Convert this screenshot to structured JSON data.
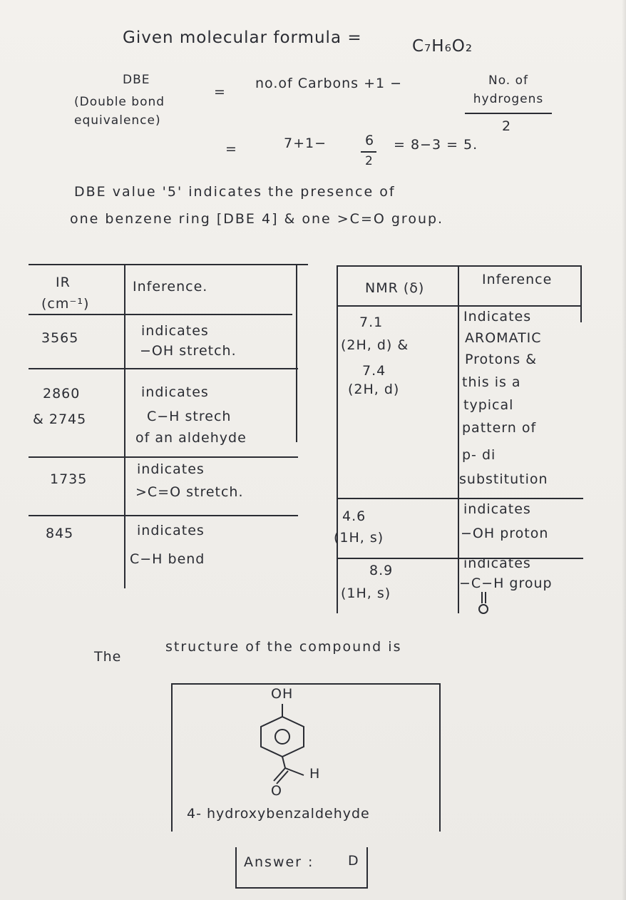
{
  "intro": {
    "given_label": "Given molecular formula =",
    "formula": "C₇H₆O₂"
  },
  "dbe": {
    "label": "DBE",
    "full_name": "(Double bond equivalence)",
    "equals1": "=",
    "expression_left": "no.of Carbons +1 −",
    "fraction_numerator": "No. of hydrogens",
    "fraction_denominator": "2",
    "equals2": "=",
    "calc_left": "7+1−",
    "calc_num": "6",
    "calc_den": "2",
    "calc_right": "= 8−3 = 5."
  },
  "dbe_note": {
    "line1": "DBE value '5' indicates the presence of",
    "line2": "one benzene ring [DBE 4] & one >C=O group."
  },
  "ir_table": {
    "header_col1_line1": "IR",
    "header_col1_line2": "(cm⁻¹)",
    "header_col2": "Inference.",
    "rows": [
      {
        "value": "3565",
        "inference": [
          "indicates",
          "−OH stretch."
        ]
      },
      {
        "value": "2860\n& 2745",
        "value_line1": "2860",
        "value_line2": "& 2745",
        "inference": [
          "indicates",
          "C−H strech",
          "of an aldehyde"
        ]
      },
      {
        "value": "1735",
        "inference": [
          "indicates",
          ">C=O stretch."
        ]
      },
      {
        "value": "845",
        "inference": [
          "indicates",
          "C−H bend"
        ]
      }
    ]
  },
  "nmr_table": {
    "header_col1": "NMR (δ)",
    "header_col2": "Inference",
    "rows": [
      {
        "shift_lines": [
          "7.1",
          "(2H, d) &",
          "7.4",
          "(2H, d)"
        ],
        "inference": [
          "Indicates",
          "AROMATIC",
          "Protons &",
          "this is a",
          "typical",
          "pattern of",
          "p- di",
          "substitution"
        ]
      },
      {
        "shift_lines": [
          "4.6",
          "(1H, s)"
        ],
        "inference": [
          "indicates",
          "−OH proton"
        ]
      },
      {
        "shift_lines": [
          "8.9",
          "(1H, s)"
        ],
        "inference": [
          "indicates",
          "−C−H group"
        ]
      }
    ]
  },
  "structure": {
    "heading_the": "The",
    "heading_rest": "structure of the compound is",
    "oh_label": "OH",
    "h_label": "H",
    "o_label": "O",
    "name": "4- hydroxybenzaldehyde"
  },
  "answer": {
    "label": "Answer :",
    "value": "D"
  }
}
